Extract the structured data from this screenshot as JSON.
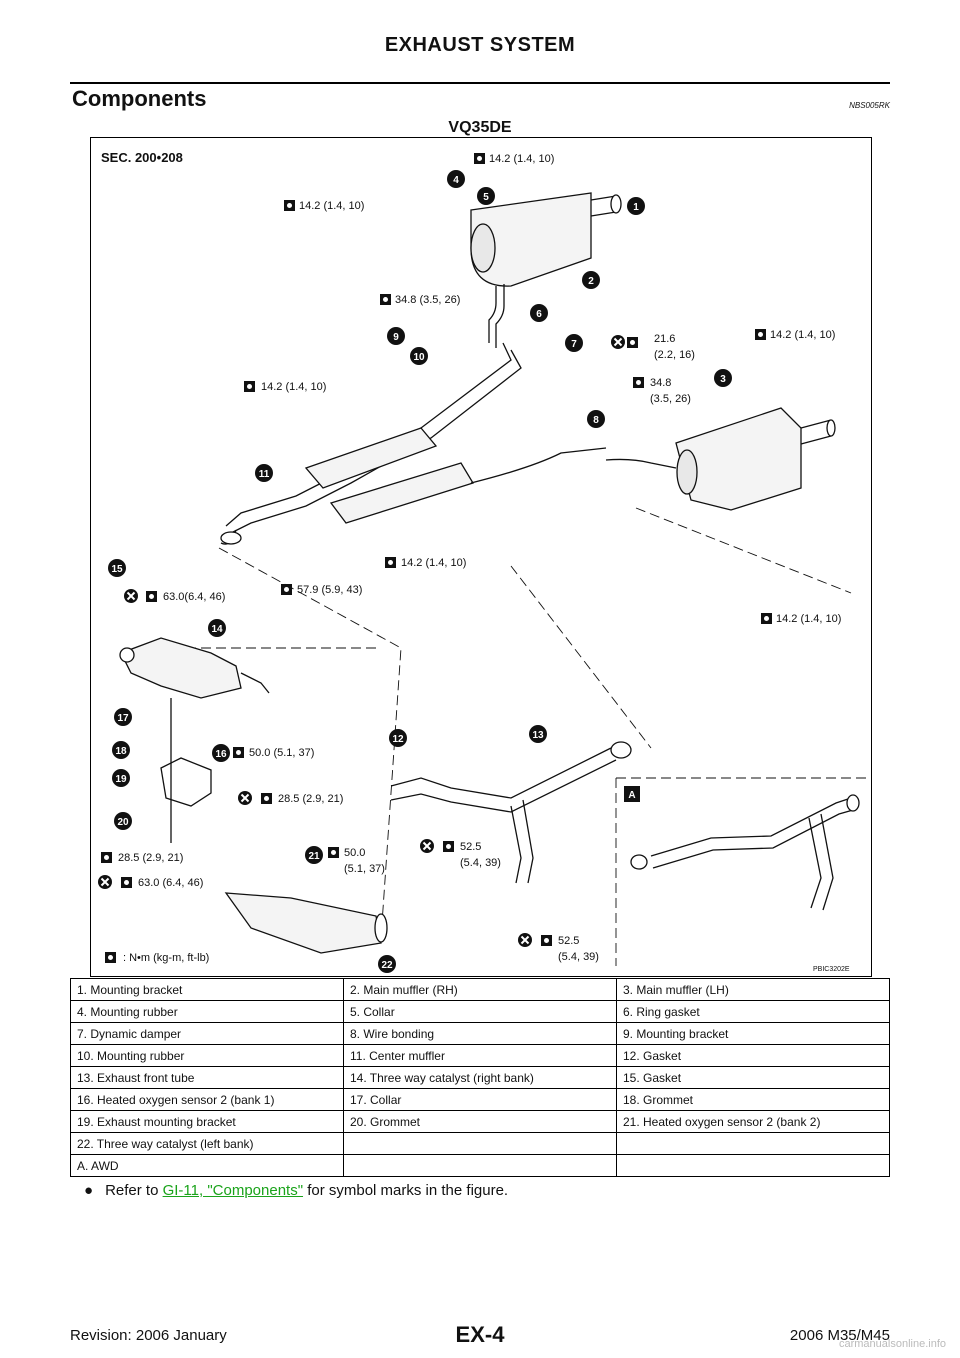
{
  "header": {
    "title": "EXHAUST SYSTEM"
  },
  "section": {
    "title": "Components",
    "code": "NBS005RK"
  },
  "figure": {
    "title": "VQ35DE",
    "sec_ref": "SEC. 200•208",
    "legend_text": ": N•m (kg-m, ft-lb)",
    "code": "PBIC3202E",
    "inset_label": "A",
    "torques": {
      "t1": "14.2 (1.4, 10)",
      "t2": "14.2 (1.4, 10)",
      "t3": "34.8 (3.5, 26)",
      "t4": "14.2 (1.4, 10)",
      "t5": "21.6",
      "t5b": "(2.2, 16)",
      "t6": "14.2 (1.4, 10)",
      "t7": "34.8",
      "t7b": "(3.5, 26)",
      "t8": "14.2 (1.4, 10)",
      "t9": "63.0(6.4, 46)",
      "t10": "57.9 (5.9, 43)",
      "t11": "14.2 (1.4, 10)",
      "t12": "50.0 (5.1, 37)",
      "t13": "28.5 (2.9, 21)",
      "t14": "28.5 (2.9, 21)",
      "t15": "50.0",
      "t15b": "(5.1, 37)",
      "t16": "52.5",
      "t16b": "(5.4, 39)",
      "t17": "63.0 (6.4, 46)",
      "t18": "52.5",
      "t18b": "(5.4, 39)"
    },
    "callouts": [
      "1",
      "2",
      "3",
      "4",
      "5",
      "6",
      "7",
      "8",
      "9",
      "10",
      "11",
      "12",
      "13",
      "14",
      "15",
      "16",
      "17",
      "18",
      "19",
      "20",
      "21",
      "22"
    ]
  },
  "legend": [
    [
      "1.   Mounting bracket",
      "2.   Main muffler (RH)",
      "3.   Main muffler (LH)"
    ],
    [
      "4.   Mounting rubber",
      "5.   Collar",
      "6.   Ring gasket"
    ],
    [
      "7.   Dynamic damper",
      "8.   Wire bonding",
      "9.   Mounting bracket"
    ],
    [
      "10.  Mounting rubber",
      "11.  Center muffler",
      "12.  Gasket"
    ],
    [
      "13.  Exhaust front tube",
      "14.  Three way catalyst (right bank)",
      "15.  Gasket"
    ],
    [
      "16.  Heated oxygen sensor 2 (bank 1)",
      "17.  Collar",
      "18.  Grommet"
    ],
    [
      "19.  Exhaust mounting bracket",
      "20.  Grommet",
      "21.  Heated oxygen sensor 2 (bank 2)"
    ],
    [
      "22.  Three way catalyst (left bank)",
      "",
      ""
    ],
    [
      "A.   AWD",
      "",
      ""
    ]
  ],
  "note": {
    "text_before": "Refer to ",
    "link": "GI-11, \"Components\"",
    "text_after": "  for symbol marks in the figure."
  },
  "footer": {
    "revision": "Revision: 2006 January",
    "page": "EX-4",
    "model": "2006 M35/M45"
  },
  "watermark": "carmanualsonline.info"
}
